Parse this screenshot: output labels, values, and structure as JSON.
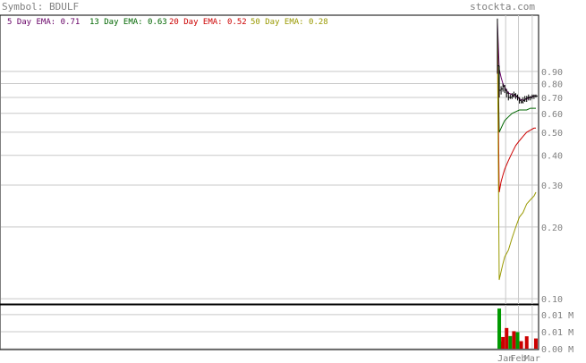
{
  "header": {
    "symbol_label": "Symbol: BDULF",
    "site": "stockta.com"
  },
  "legend": [
    {
      "label": "5 Day EMA: 0.71",
      "color": "#660066"
    },
    {
      "label": "13 Day EMA: 0.63",
      "color": "#006600"
    },
    {
      "label": "20 Day EMA: 0.52",
      "color": "#cc0000"
    },
    {
      "label": "50 Day EMA: 0.28",
      "color": "#999900"
    }
  ],
  "chart_data": [
    {
      "type": "line",
      "scale": "log",
      "ylim": [
        0.095,
        1.55
      ],
      "y_ticks": [
        0.9,
        0.8,
        0.7,
        0.6,
        0.5,
        0.4,
        0.3,
        0.2,
        0.1
      ],
      "y_tick_labels": [
        "0.90",
        "0.80",
        "0.70",
        "0.60",
        "0.50",
        "0.40",
        "0.30",
        "0.20",
        "0.10"
      ],
      "x_tick_labels": [
        "Jan",
        "Feb",
        "Mar"
      ],
      "x_tick_positions": [
        4.5,
        11.5,
        19
      ],
      "x_range": [
        0,
        22
      ],
      "price_bars": [
        {
          "x": 0,
          "high": 1.5,
          "low": 0.88,
          "close": 0.95
        },
        {
          "x": 1,
          "high": 0.95,
          "low": 0.7,
          "close": 0.75
        },
        {
          "x": 2,
          "high": 0.78,
          "low": 0.72,
          "close": 0.76
        },
        {
          "x": 3,
          "high": 0.8,
          "low": 0.74,
          "close": 0.78
        },
        {
          "x": 4,
          "high": 0.79,
          "low": 0.73,
          "close": 0.75
        },
        {
          "x": 5,
          "high": 0.76,
          "low": 0.7,
          "close": 0.73
        },
        {
          "x": 6,
          "high": 0.74,
          "low": 0.68,
          "close": 0.7
        },
        {
          "x": 7,
          "high": 0.72,
          "low": 0.69,
          "close": 0.7
        },
        {
          "x": 8,
          "high": 0.73,
          "low": 0.69,
          "close": 0.71
        },
        {
          "x": 9,
          "high": 0.74,
          "low": 0.7,
          "close": 0.72
        },
        {
          "x": 10,
          "high": 0.73,
          "low": 0.69,
          "close": 0.71
        },
        {
          "x": 11,
          "high": 0.72,
          "low": 0.68,
          "close": 0.7
        },
        {
          "x": 12,
          "high": 0.7,
          "low": 0.66,
          "close": 0.68
        },
        {
          "x": 13,
          "high": 0.69,
          "low": 0.66,
          "close": 0.67
        },
        {
          "x": 14,
          "high": 0.7,
          "low": 0.66,
          "close": 0.68
        },
        {
          "x": 15,
          "high": 0.71,
          "low": 0.67,
          "close": 0.69
        },
        {
          "x": 16,
          "high": 0.71,
          "low": 0.67,
          "close": 0.7
        },
        {
          "x": 17,
          "high": 0.72,
          "low": 0.68,
          "close": 0.7
        },
        {
          "x": 18,
          "high": 0.71,
          "low": 0.68,
          "close": 0.7
        },
        {
          "x": 19,
          "high": 0.72,
          "low": 0.69,
          "close": 0.71
        },
        {
          "x": 20,
          "high": 0.72,
          "low": 0.69,
          "close": 0.71
        },
        {
          "x": 21,
          "high": 0.72,
          "low": 0.7,
          "close": 0.71
        }
      ],
      "series": [
        {
          "name": "5 Day EMA",
          "color": "#660066",
          "x": [
            0,
            1,
            2,
            3,
            4,
            6,
            8,
            10,
            12,
            14,
            16,
            18,
            20,
            21
          ],
          "values": [
            1.45,
            0.92,
            0.85,
            0.8,
            0.77,
            0.73,
            0.72,
            0.71,
            0.69,
            0.68,
            0.69,
            0.7,
            0.71,
            0.71
          ]
        },
        {
          "name": "13 Day EMA",
          "color": "#006600",
          "x": [
            0,
            1,
            2,
            3,
            4,
            6,
            8,
            10,
            12,
            14,
            16,
            18,
            20,
            21
          ],
          "values": [
            1.4,
            0.5,
            0.52,
            0.54,
            0.56,
            0.58,
            0.6,
            0.61,
            0.62,
            0.62,
            0.62,
            0.63,
            0.63,
            0.63
          ]
        },
        {
          "name": "20 Day EMA",
          "color": "#cc0000",
          "x": [
            0,
            1,
            2,
            3,
            4,
            6,
            8,
            10,
            12,
            14,
            16,
            18,
            20,
            21
          ],
          "values": [
            1.3,
            0.28,
            0.31,
            0.33,
            0.35,
            0.38,
            0.41,
            0.44,
            0.46,
            0.48,
            0.5,
            0.51,
            0.52,
            0.52
          ]
        },
        {
          "name": "50 Day EMA",
          "color": "#999900",
          "x": [
            0,
            1,
            2,
            3,
            4,
            6,
            8,
            10,
            12,
            14,
            16,
            18,
            20,
            21
          ],
          "values": [
            1.2,
            0.12,
            0.13,
            0.14,
            0.15,
            0.16,
            0.18,
            0.2,
            0.22,
            0.23,
            0.25,
            0.26,
            0.27,
            0.28
          ]
        }
      ]
    },
    {
      "type": "bar",
      "y_tick_labels": [
        "0.01 M",
        "0.01 M",
        "0.00 M"
      ],
      "y_tick_values": [
        0.014,
        0.007,
        0.0
      ],
      "ylim": [
        0,
        0.018
      ],
      "bars": [
        {
          "x": 1,
          "value": 0.0165,
          "color": "#009900"
        },
        {
          "x": 2,
          "value": 0.003,
          "color": "#009900"
        },
        {
          "x": 3,
          "value": 0.0048,
          "color": "#cc0000"
        },
        {
          "x": 5,
          "value": 0.0085,
          "color": "#cc0000"
        },
        {
          "x": 7,
          "value": 0.0052,
          "color": "#009900"
        },
        {
          "x": 9,
          "value": 0.0072,
          "color": "#cc0000"
        },
        {
          "x": 11,
          "value": 0.0068,
          "color": "#009900"
        },
        {
          "x": 13,
          "value": 0.0031,
          "color": "#cc0000"
        },
        {
          "x": 16,
          "value": 0.0051,
          "color": "#cc0000"
        },
        {
          "x": 21,
          "value": 0.0042,
          "color": "#cc0000"
        }
      ]
    }
  ]
}
